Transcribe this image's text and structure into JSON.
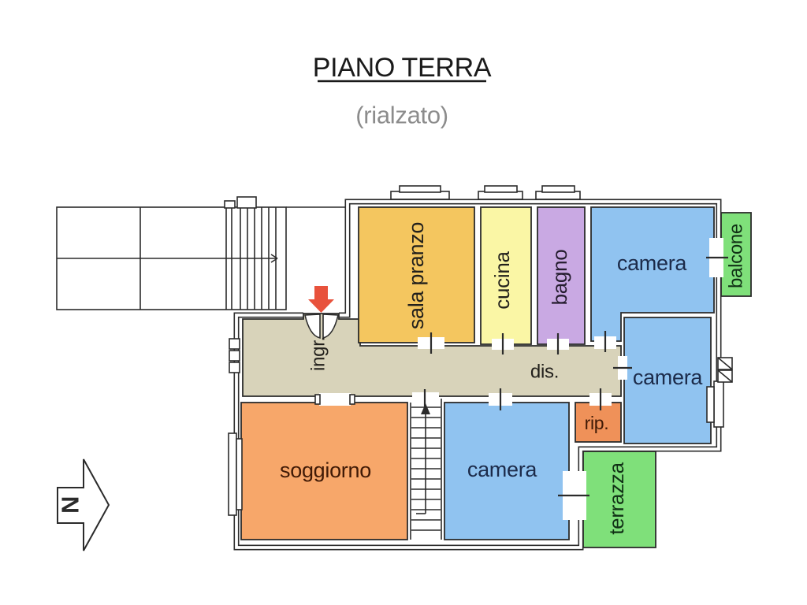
{
  "header": {
    "title": "PIANO TERRA",
    "subtitle": "(rialzato)",
    "title_color": "#1a1a1a",
    "subtitle_color": "#8c8c8c"
  },
  "north_indicator": {
    "label": "N",
    "color": "#2b2b2b"
  },
  "plan": {
    "wall_color": "#2b2b2b",
    "background": "#ffffff"
  },
  "entrance": {
    "arrow_color": "#e8523c"
  },
  "corridor": {
    "color": "#d8d3ba",
    "text_color": "#22201c",
    "ingresso_label": "ingr.",
    "disimpegno_label": "dis."
  },
  "rooms": {
    "sala_pranzo": {
      "label": "sala pranzo",
      "color": "#f4c65f",
      "text_color": "#22201c"
    },
    "cucina": {
      "label": "cucina",
      "color": "#faf6a5",
      "text_color": "#22201c"
    },
    "bagno": {
      "label": "bagno",
      "color": "#c9a9e3",
      "text_color": "#241c2e"
    },
    "camera_nord": {
      "label": "camera",
      "color": "#90c3f0",
      "text_color": "#1c2b4a"
    },
    "camera_centro": {
      "label": "camera",
      "color": "#90c3f0",
      "text_color": "#1c2b4a"
    },
    "camera_sud": {
      "label": "camera",
      "color": "#90c3f0",
      "text_color": "#1c2b4a"
    },
    "balcone": {
      "label": "balcone",
      "color": "#7fe07a",
      "text_color": "#103015"
    },
    "terrazza": {
      "label": "terrazza",
      "color": "#7fe07a",
      "text_color": "#103015"
    },
    "soggiorno": {
      "label": "soggiorno",
      "color": "#f7a76a",
      "text_color": "#401a06"
    },
    "rip": {
      "label": "rip.",
      "color": "#ef9159",
      "text_color": "#401a06"
    }
  }
}
